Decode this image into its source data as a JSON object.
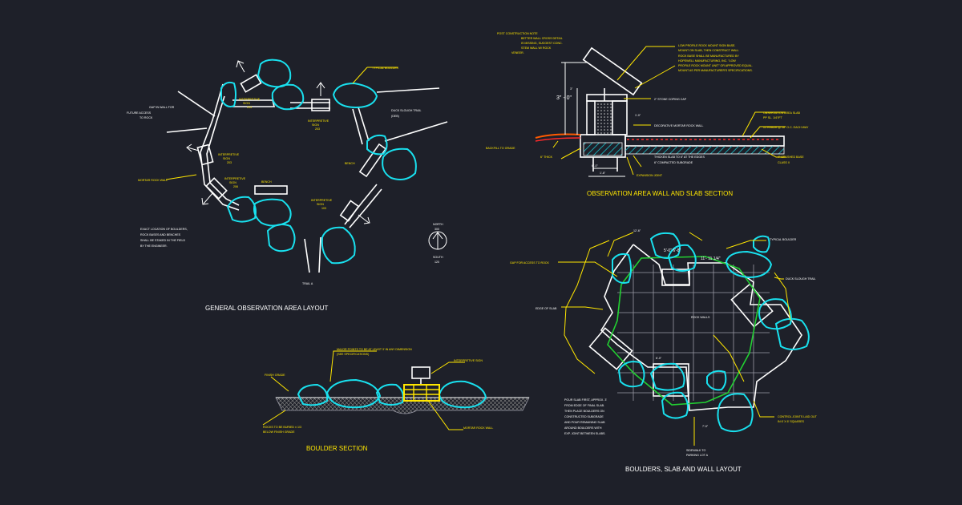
{
  "titles": {
    "layout": "GENERAL OBSERVATION AREA LAYOUT",
    "wall_section": "OBSERVATION AREA WALL AND SLAB SECTION",
    "boulder_section": "BOULDER SECTION",
    "slab_layout": "BOULDERS, SLAB AND WALL LAYOUT"
  },
  "layout_labels": {
    "typical_boulder": "TYPICAL BOULDER",
    "duck_slough_trail": "DUCK SLOUGH TRAIL",
    "duck_slough_trail_2": "(DEB)",
    "gap_wall": "GAP IN WALL FOR",
    "gap_wall_2": "FUTURE ACCESS",
    "gap_wall_3": "TO ROCK",
    "interp1": "INTERPRETIVE",
    "interp1_b": "SIGN",
    "interp1_c": "203",
    "interp2": "INTERPRETIVE",
    "interp2_b": "SIGN",
    "interp2_c": "203",
    "interp3": "INTERPRETIVE",
    "interp3_b": "SIGN",
    "interp3_c": "203",
    "interp4": "INTERPRETIVE",
    "interp4_b": "SIGN",
    "interp4_c": "206",
    "interp5": "INTERPRETIVE",
    "interp5_b": "SIGN",
    "interp5_c": "103",
    "bench": "BENCH",
    "bench2": "BENCH",
    "mortar_wall": "MORTAR ROCK WALL",
    "note1": "EXACT LOCATION OF BOULDERS,",
    "note2": "ROCK BASES AND BENCHES",
    "note3": "SHALL BE STAKED IN THE FIELD",
    "note4": "BY THE ENGINEER.",
    "trail_a": "TRAIL A",
    "north": "NORTH",
    "north_v": "300",
    "south": "SOUTH",
    "south_v": "120"
  },
  "wall_labels": {
    "post_note": "POST CONSTRUCTION NOTE",
    "post_note_2": "BETTER WALL CROSS DETAIL",
    "post_note_3": "IS MISSING, SUGGEST CONC.",
    "post_note_4": "STEM WALL W/ ROCK",
    "post_note_5": "VENEER.",
    "sign_1": "LOW PROFILE ROCK MOUNT SIGN BASE.",
    "sign_2": "MOUNT ON SLAB, THEN CONSTRUCT WALL",
    "sign_3": "ROCK BASE SHALL BE MANUFACTURED BY",
    "sign_4": "HOPEWELL MANUFACTURING, INC. \"LOW",
    "sign_5": "PROFILE ROCK MOUNT UNIT\" OR APPROVED EQUAL.",
    "sign_6": "MOUNT AS PER MANUFACTURER'S SPECIFICATIONS.",
    "dim_3ft": "3\" - 0\"",
    "dim_3in": "3\"",
    "coping": "2\" STONE COPING CAP",
    "dec_wall": "DECORATIVE MORTAR ROCK WALL",
    "obs_slab": "OBSERVATION AREA SLAB",
    "obs_slab_2": "PP SL. 1/4&#34;/FT",
    "rebar": "#3 REBAR @ 18\" O.C. EACH WAY",
    "backfill": "BACKFILL TO GRADE",
    "thick": "6\" THICK",
    "thicken": "THICKEN SLAB TO 6\" AT THE EDGES",
    "compacted": "6\" COMPACTED SUBGRADE",
    "expansion": "EXPANSION JOINT",
    "agg_base": "4\" CRUSHED BASE",
    "agg_base_2": "CLASS II",
    "d1": "1'-0\"",
    "d2": "1'-6\"",
    "d3": "6\"-0\""
  },
  "boulder_labels": {
    "major": "MAJOR POINTS TO BE AT LEAST 3' IN ANY DIMENSION",
    "major_2": "(SEE SPECIFICATIONS)",
    "interp": "INTERPRETIVE SIGN",
    "finish": "FINISH GRADE",
    "rocks": "ROCKS TO BE BURIED ± 1/3",
    "rocks_2": "BELOW FINISH GRADE",
    "mortar": "MORTAR ROCK WALL"
  },
  "slab_labels": {
    "gap": "GAP FOR ACCESS TO ROCK",
    "edge": "EDGE OF SLAB",
    "typical": "TYPICAL BOULDER",
    "duck": "DUCK SLOUGH TRAIL",
    "rock_walls": "ROCK WALLS",
    "control": "CONTROL JOINTS LAID OUT",
    "control_2": "IN 6' X 6' SQUARES",
    "sidewalk": "SIDEWALK TO",
    "sidewalk_2": "PARKING LOT A",
    "pour1": "POUR SLAB FIRST, APPROX. 3'",
    "pour2": "FROM EDGE OF FINAL SLAB.",
    "pour3": "THEN PLACE BOULDERS ON",
    "pour4": "CONSTRUCTED SUBGRADE",
    "pour5": "AND POUR REMAINING SLAB",
    "pour6": "AROUND BOULDERS WITH",
    "pour7": "EXP. JOINT BETWEEN SLABS.",
    "dim_a": "5'-0\" 6'-8\"",
    "dim_b": "11'- 11 1/4\"",
    "dim_c": "12'-6\"",
    "dim_d": "6'-0\"",
    "dim_e": "7'-0\""
  },
  "colors": {
    "background": "#1e2029",
    "boulder": "#19e0ee",
    "annotation": "#ffe600",
    "linework": "#ffffff",
    "rebar": "#ff2a2a",
    "hatch": "#1aa3ad",
    "grid": "#9a9aa6",
    "joint": "#22d032"
  },
  "icons": {
    "north_arrow": "north-arrow-icon",
    "view_arrow": "view-arrow-icon"
  }
}
